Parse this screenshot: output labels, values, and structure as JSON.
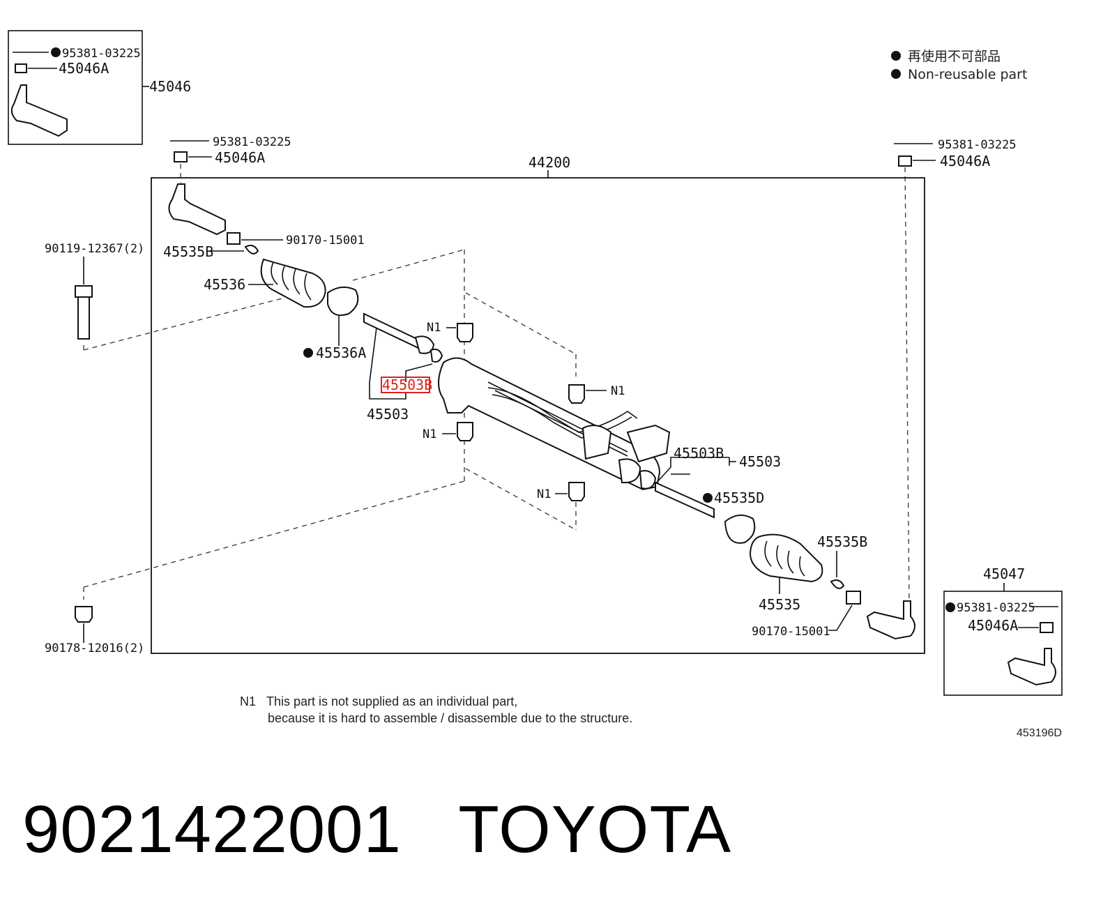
{
  "legend": {
    "jp": "再使用不可部品",
    "en": "Non-reusable part"
  },
  "parts": {
    "p95381": "95381-03225",
    "p45046A": "45046A",
    "p45046": "45046",
    "p45047": "45047",
    "p44200": "44200",
    "p90170": "90170-15001",
    "p90119": "90119-12367(2)",
    "p45535B": "45535B",
    "p45536": "45536",
    "p45536A": "45536A",
    "p45503B": "45503B",
    "p45503": "45503",
    "p45535D": "45535D",
    "p45535": "45535",
    "p90178": "90178-12016(2)",
    "n1": "N1"
  },
  "footnote": {
    "marker": "N1",
    "line1": "This part is not supplied as an individual part,",
    "line2": "because it is hard to assemble / disassemble due to the structure."
  },
  "diagram_code": "453196D",
  "product": {
    "part_number": "9021422001",
    "brand": "TOYOTA"
  },
  "colors": {
    "highlight": "#e0201b"
  }
}
